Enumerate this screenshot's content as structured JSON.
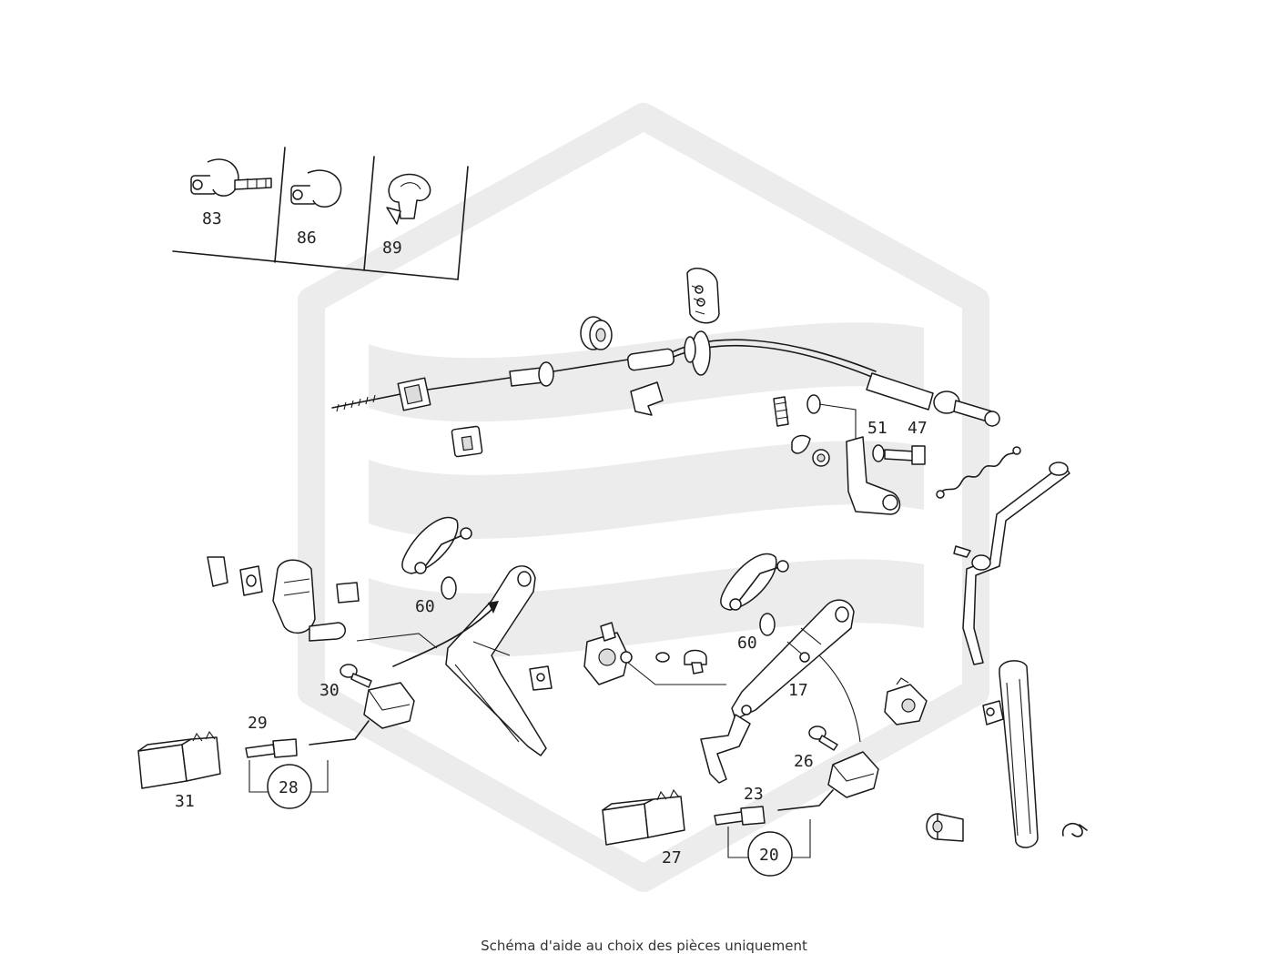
{
  "caption": "Schéma d'aide au choix des pièces uniquement",
  "callouts": {
    "c83": "83",
    "c86": "86",
    "c89": "89",
    "c51": "51",
    "c47": "47",
    "c60a": "60",
    "c60b": "60",
    "c17": "17",
    "c30": "30",
    "c29": "29",
    "c28": "28",
    "c31": "31",
    "c26": "26",
    "c23": "23",
    "c20": "20",
    "c27": "27"
  },
  "colors": {
    "line": "#1a1a1a",
    "watermark": "#ececec",
    "text": "#333333"
  }
}
